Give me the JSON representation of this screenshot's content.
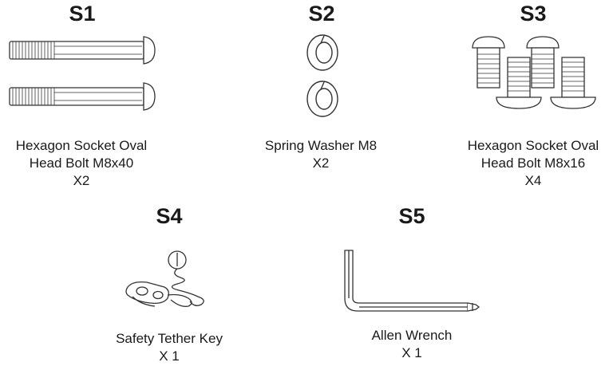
{
  "parts": [
    {
      "code": "S1",
      "name_line1": "Hexagon Socket Oval",
      "name_line2": "Head Bolt M8x40",
      "qty": "X2",
      "icon": "oval-head-bolt-long-icon"
    },
    {
      "code": "S2",
      "name_line1": "Spring Washer M8",
      "name_line2": "",
      "qty": "X2",
      "icon": "spring-washer-icon"
    },
    {
      "code": "S3",
      "name_line1": "Hexagon Socket Oval",
      "name_line2": "Head Bolt M8x16",
      "qty": "X4",
      "icon": "oval-head-bolt-short-icon"
    },
    {
      "code": "S4",
      "name_line1": "Safety Tether Key",
      "name_line2": "",
      "qty": "X 1",
      "icon": "safety-key-icon"
    },
    {
      "code": "S5",
      "name_line1": "Allen Wrench",
      "name_line2": "",
      "qty": "X 1",
      "icon": "allen-wrench-icon"
    }
  ]
}
